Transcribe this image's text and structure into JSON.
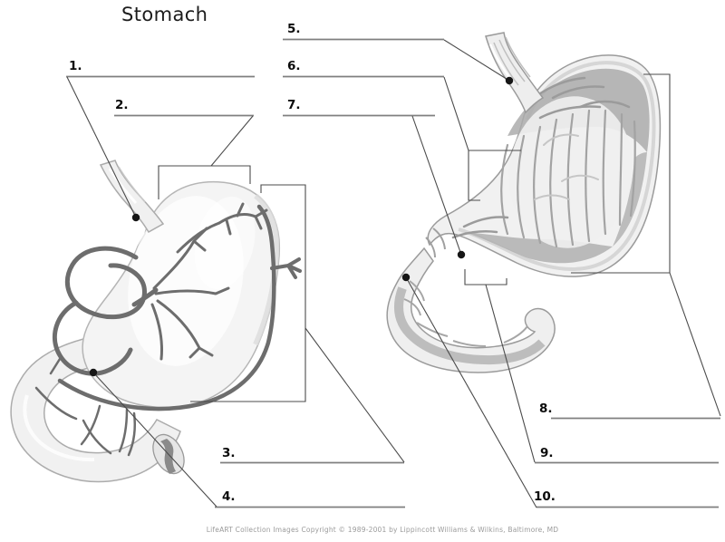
{
  "page": {
    "title": "Stomach",
    "copyright": "LifeART Collection Images Copyright © 1989-2001 by Lippincott Williams & Wilkins, Baltimore, MD"
  },
  "labels": [
    {
      "num": "1."
    },
    {
      "num": "2."
    },
    {
      "num": "3."
    },
    {
      "num": "4."
    },
    {
      "num": "5."
    },
    {
      "num": "6."
    },
    {
      "num": "7."
    },
    {
      "num": "8."
    },
    {
      "num": "9."
    },
    {
      "num": "10."
    }
  ],
  "colors": {
    "answer_line": "#7f7f7f",
    "leader_line": "#4b4b4b",
    "label_text": "#0a0a0a",
    "copyright_text": "#9b9b9b",
    "artery": "#6d6d6d"
  }
}
